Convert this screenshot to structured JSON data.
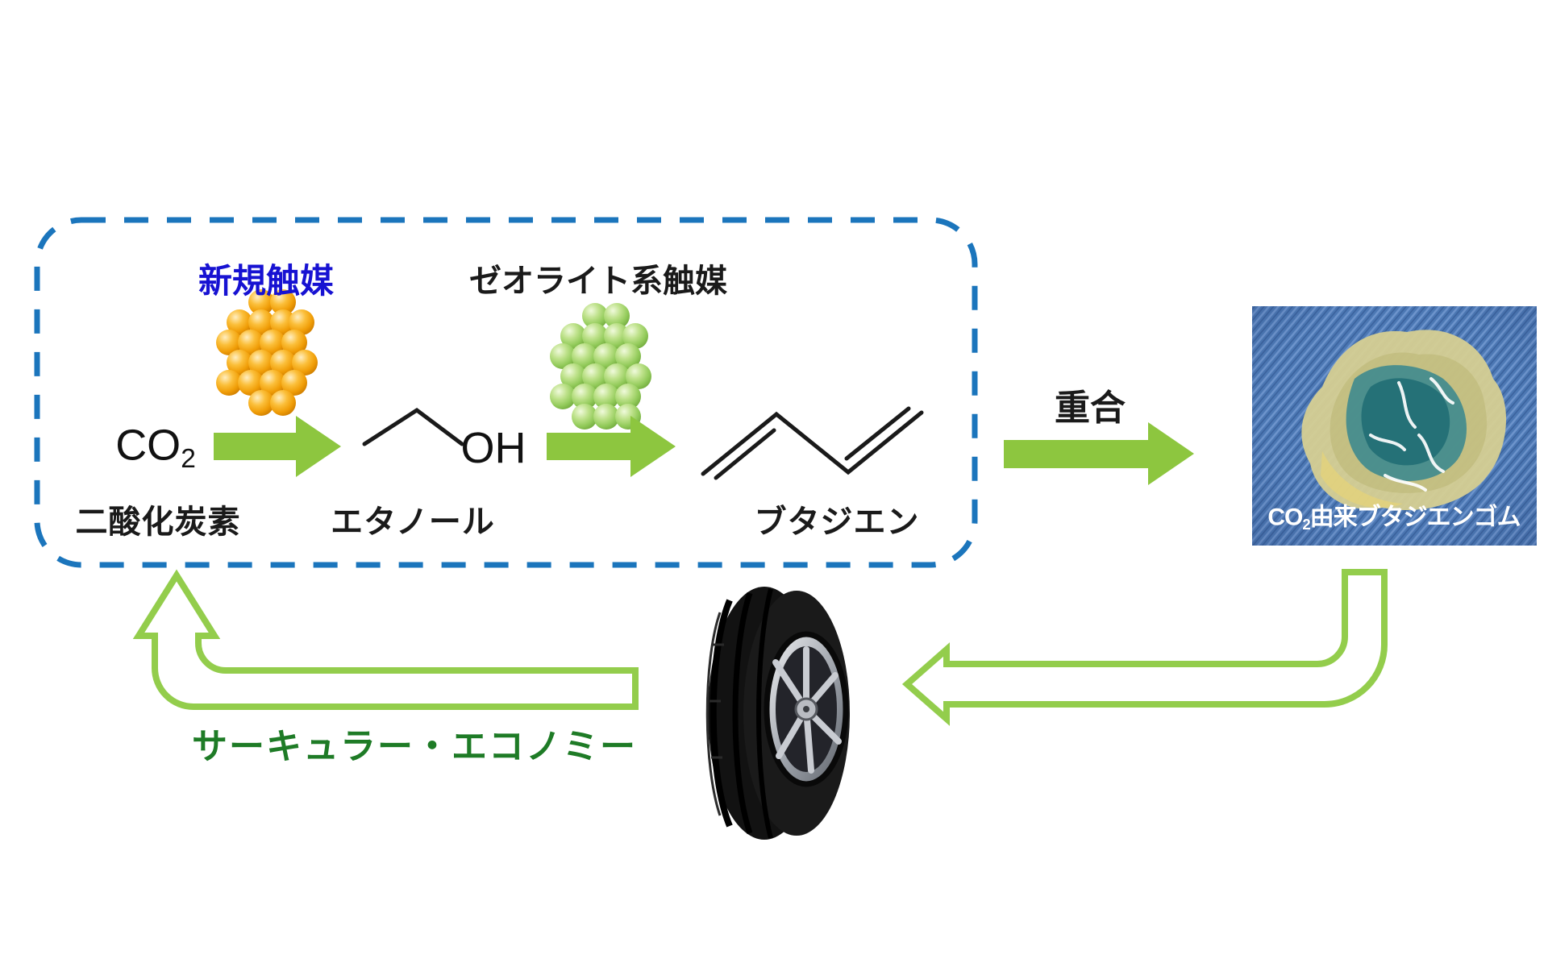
{
  "process": {
    "new_catalyst_label": "新規触媒",
    "zeolite_catalyst_label": "ゼオライト系触媒",
    "co2_formula": {
      "base": "CO",
      "sub": "2"
    },
    "ethanol_formula": "OH",
    "co2_name": "二酸化炭素",
    "ethanol_name": "エタノール",
    "butadiene_name": "ブタジエン",
    "polymerization_label": "重合"
  },
  "product": {
    "caption": {
      "base": "CO",
      "sub": "2",
      "rest": "由来ブタジエンゴム"
    }
  },
  "cycle": {
    "circular_economy_label": "サーキュラー・エコノミー"
  },
  "colors": {
    "page_background": "#ffffff",
    "boundary_dashed_blue": "#1b75bc",
    "new_catalyst_text_blue": "#1712d2",
    "reaction_arrow_green": "#8dc63f",
    "cycle_outline_green": "#93cd4c",
    "circular_economy_green": "#1e7b26",
    "orange_catalyst_bead": "#f09d07",
    "zeolite_catalyst_bead": "#93cb5b",
    "rubber_photo_background_blue": "#4c78b4",
    "caption_text_white": "#ffffff",
    "structure_line_black": "#1a1a1a"
  },
  "illustrations": {
    "orange_catalyst_spheres": "cluster-of-orange-beads",
    "zeolite_catalyst_spheres": "cluster-of-green-beads",
    "ethanol_structure": "skeletal-formula-ethanol",
    "butadiene_structure": "skeletal-formula-butadiene",
    "rubber_photo": "translucent-rubber-chunk-on-blue-cloth",
    "tire_photo": "car-tire-with-alloy-wheel"
  }
}
